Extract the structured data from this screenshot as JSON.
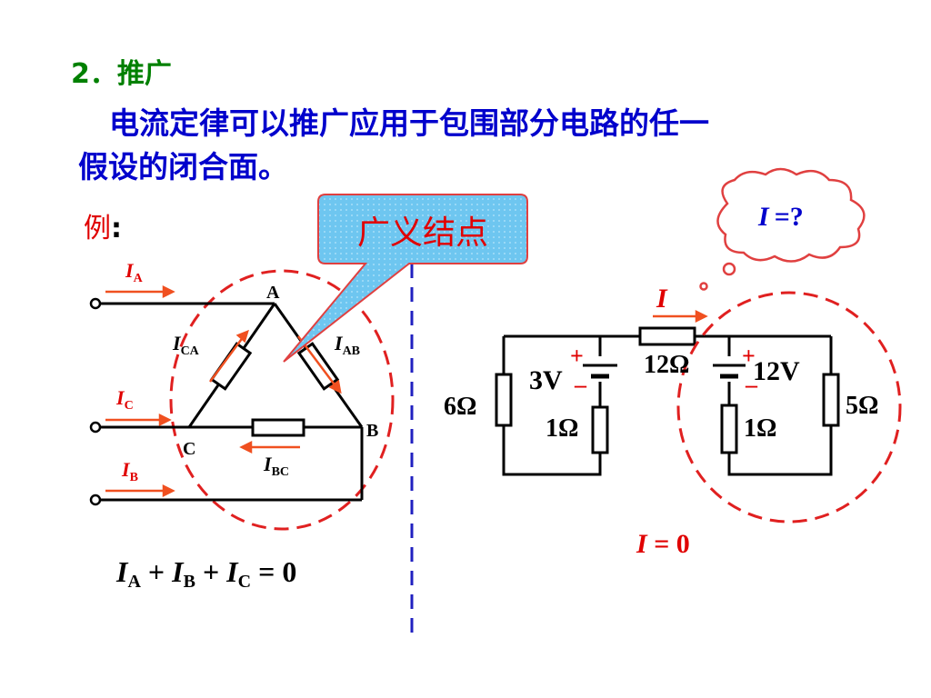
{
  "heading": "2．推广",
  "paragraph": {
    "line1": "电流定律可以推广应用于包围部分电路的任一",
    "line2": "假设的闭合面。"
  },
  "example_label": "例",
  "example_colon": ":",
  "callout": {
    "text": "广义结点"
  },
  "thought": {
    "var": "I",
    "text": "=?"
  },
  "delta": {
    "node_a": "A",
    "node_b": "B",
    "node_c": "C",
    "current_a": {
      "var": "I",
      "sub": "A"
    },
    "current_b": {
      "var": "I",
      "sub": "B"
    },
    "current_c": {
      "var": "I",
      "sub": "C"
    },
    "current_ca": {
      "var": "I",
      "sub": "CA"
    },
    "current_ab": {
      "var": "I",
      "sub": "AB"
    },
    "current_bc": {
      "var": "I",
      "sub": "BC"
    },
    "equation": {
      "t1": "I",
      "s1": "A",
      "p1": " + ",
      "t2": "I",
      "s2": "B",
      "p2": " + ",
      "t3": "I",
      "s3": "C",
      "rhs": " = 0"
    }
  },
  "circuit": {
    "current_label": "I",
    "r_series": "12Ω",
    "r_left": "6Ω",
    "v_left": "3V",
    "r_left_internal": "1Ω",
    "v_right": "12V",
    "r_right_internal": "1Ω",
    "r_right": "5Ω",
    "plus": "+",
    "minus": "–",
    "result": {
      "var": "I",
      "text": " = 0"
    }
  },
  "colors": {
    "heading": "#008000",
    "text": "#0000cc",
    "accent": "#e00000",
    "dashed_circle": "#e02020",
    "divider": "#2020c0",
    "callout_fill": "#6ec6f0"
  }
}
